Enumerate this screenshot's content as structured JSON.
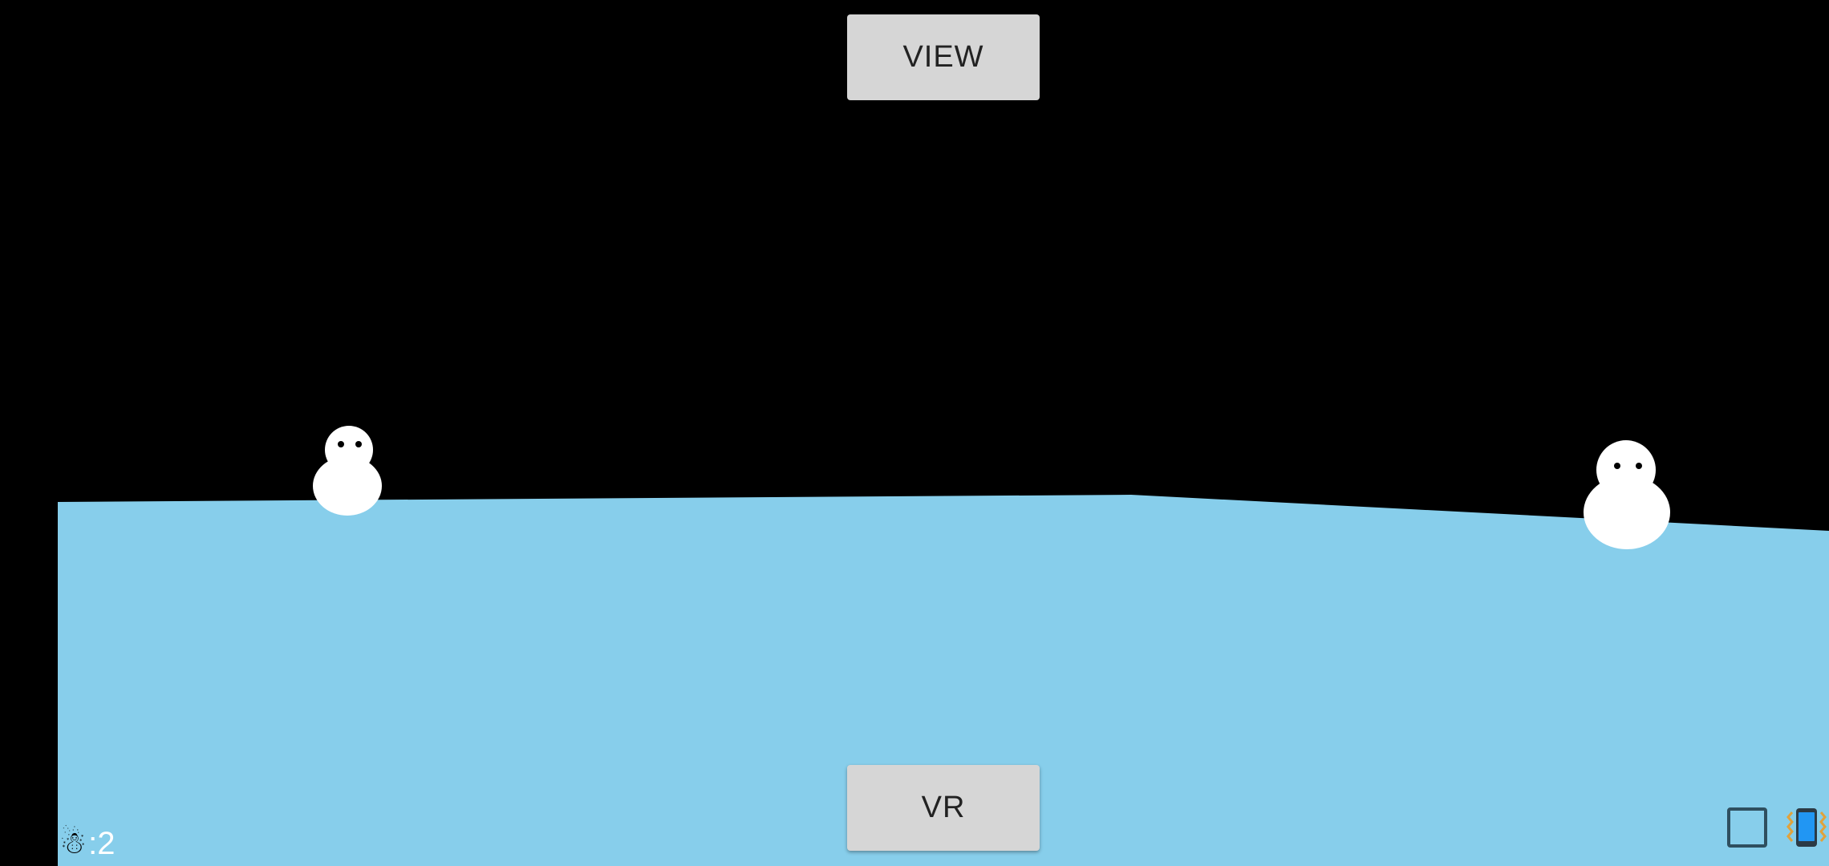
{
  "buttons": {
    "view_label": "VIEW",
    "vr_label": "VR"
  },
  "hud": {
    "counter_icon": "☃",
    "counter_text": ":2"
  },
  "icons": {
    "counter": "snowman-icon",
    "fullscreen": "fullscreen-icon",
    "vibrate": "vibrate-phone-icon"
  },
  "colors": {
    "sky": "#000000",
    "ground": "#87ceeb",
    "snowman": "#ffffff",
    "button": "#d6d6d6"
  }
}
